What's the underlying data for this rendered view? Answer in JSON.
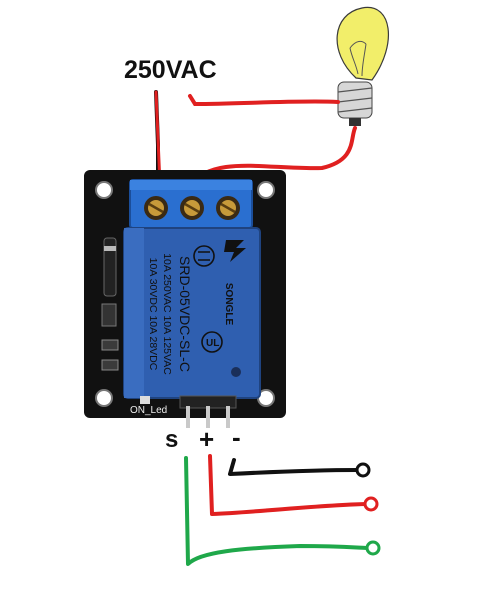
{
  "supply_label": "250VAC",
  "pin_labels": {
    "signal": "s",
    "vcc": "+",
    "gnd": "-"
  },
  "led_label": "ON_Led",
  "relay": {
    "brand": "SONGLE",
    "model": "SRD-05VDC-SL-C",
    "rating_line_1": "10A 250VAC  10A 125VAC",
    "rating_line_2": "10A 30VDC  10A 28VDC"
  },
  "colors": {
    "board": "#111111",
    "relay_body": "#2f5fb0",
    "terminal_block": "#2a6fd0",
    "wire_red": "#e02020",
    "wire_black": "#111111",
    "wire_green": "#1fa84a",
    "bulb_glass": "#f2ee6a"
  }
}
